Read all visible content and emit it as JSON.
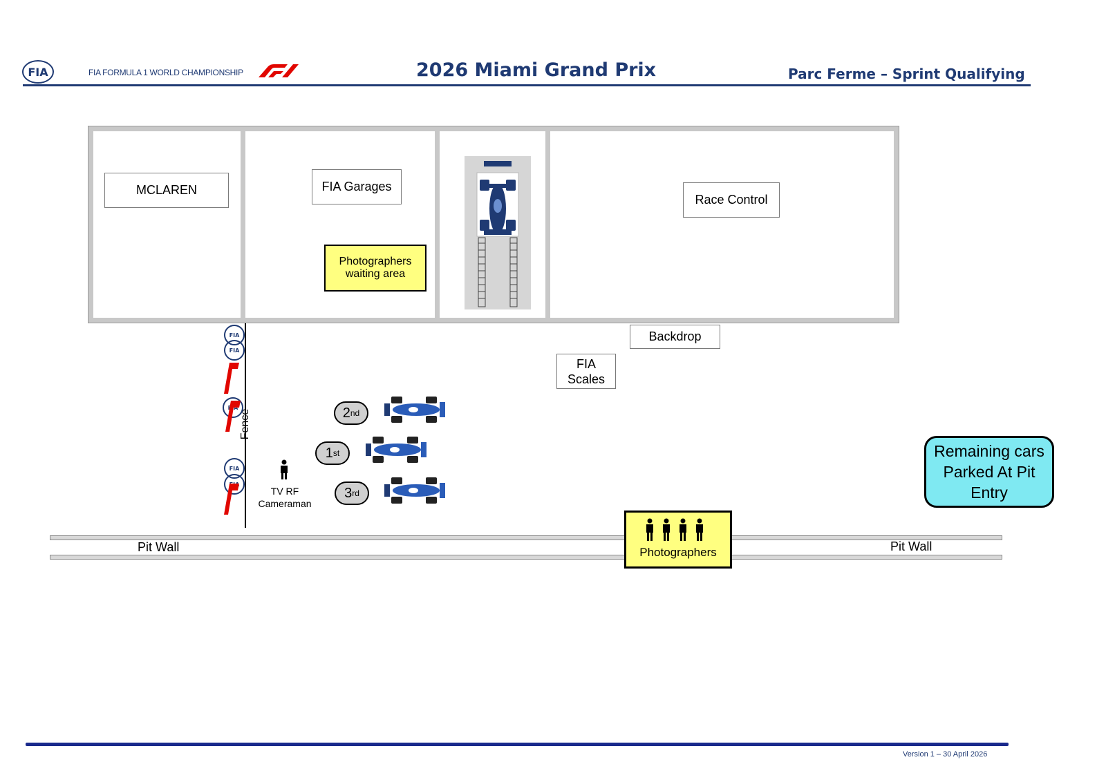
{
  "header": {
    "org_logo": "FIA",
    "championship": "FIA FORMULA 1 WORLD CHAMPIONSHIP",
    "f1_logo_icon": "f1-logo-icon",
    "title": "2026 Miami Grand Prix",
    "subtitle": "Parc Ferme – Sprint Qualifying"
  },
  "buildings": {
    "mclaren": "MCLAREN",
    "fia_garages": "FIA Garages",
    "photographers_waiting": "Photographers waiting area",
    "race_control": "Race Control"
  },
  "area": {
    "backdrop": "Backdrop",
    "fia_scales_line1": "FIA",
    "fia_scales_line2": "Scales",
    "fence": "Fence",
    "cameraman_line1": "TV RF",
    "cameraman_line2": "Cameraman",
    "remaining_cars": "Remaining cars Parked At Pit Entry",
    "photographers": "Photographers",
    "pit_wall_left": "Pit Wall",
    "pit_wall_right": "Pit Wall"
  },
  "positions": [
    {
      "num": "2",
      "suffix": "nd"
    },
    {
      "num": "1",
      "suffix": "st"
    },
    {
      "num": "3",
      "suffix": "rd"
    }
  ],
  "footer": {
    "version": "Version 1 – 30 April 2026"
  },
  "colors": {
    "navy": "#1f3a73",
    "yellow": "#ffff80",
    "cyan": "#7fe9f2",
    "f1_red": "#e10600",
    "car_blue": "#2a5cb8"
  }
}
